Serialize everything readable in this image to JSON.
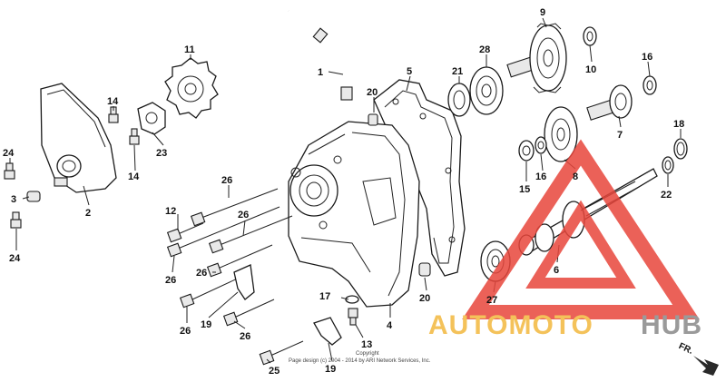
{
  "callouts": [
    {
      "id": "c1",
      "label": "1"
    },
    {
      "id": "c2",
      "label": "2"
    },
    {
      "id": "c3",
      "label": "3"
    },
    {
      "id": "c4",
      "label": "4"
    },
    {
      "id": "c5",
      "label": "5"
    },
    {
      "id": "c6",
      "label": "6"
    },
    {
      "id": "c7",
      "label": "7"
    },
    {
      "id": "c8",
      "label": "8"
    },
    {
      "id": "c9",
      "label": "9"
    },
    {
      "id": "c10",
      "label": "10"
    },
    {
      "id": "c11",
      "label": "11"
    },
    {
      "id": "c12",
      "label": "12"
    },
    {
      "id": "c13",
      "label": "13"
    },
    {
      "id": "c14a",
      "label": "14"
    },
    {
      "id": "c14b",
      "label": "14"
    },
    {
      "id": "c15",
      "label": "15"
    },
    {
      "id": "c16a",
      "label": "16"
    },
    {
      "id": "c16b",
      "label": "16"
    },
    {
      "id": "c17",
      "label": "17"
    },
    {
      "id": "c18",
      "label": "18"
    },
    {
      "id": "c19a",
      "label": "19"
    },
    {
      "id": "c19b",
      "label": "19"
    },
    {
      "id": "c20a",
      "label": "20"
    },
    {
      "id": "c20b",
      "label": "20"
    },
    {
      "id": "c21",
      "label": "21"
    },
    {
      "id": "c22",
      "label": "22"
    },
    {
      "id": "c23",
      "label": "23"
    },
    {
      "id": "c24a",
      "label": "24"
    },
    {
      "id": "c24b",
      "label": "24"
    },
    {
      "id": "c25",
      "label": "25"
    },
    {
      "id": "c26a",
      "label": "26"
    },
    {
      "id": "c26b",
      "label": "26"
    },
    {
      "id": "c26c",
      "label": "26"
    },
    {
      "id": "c26d",
      "label": "26"
    },
    {
      "id": "c26e",
      "label": "26"
    },
    {
      "id": "c26f",
      "label": "26"
    },
    {
      "id": "c27",
      "label": "27"
    },
    {
      "id": "c28",
      "label": "28"
    }
  ],
  "copyright": {
    "line1": "Copyright",
    "line2": "Page design (c) 2004 - 2014 by ARI Network Services, Inc."
  },
  "direction_label": "FR.",
  "watermark": {
    "part1": "AUTOMOTO",
    "part2": "HUB",
    "color_triangle": "#e8463c",
    "color_part1": "#f4c25a",
    "color_part2": "#9a9a9a"
  }
}
